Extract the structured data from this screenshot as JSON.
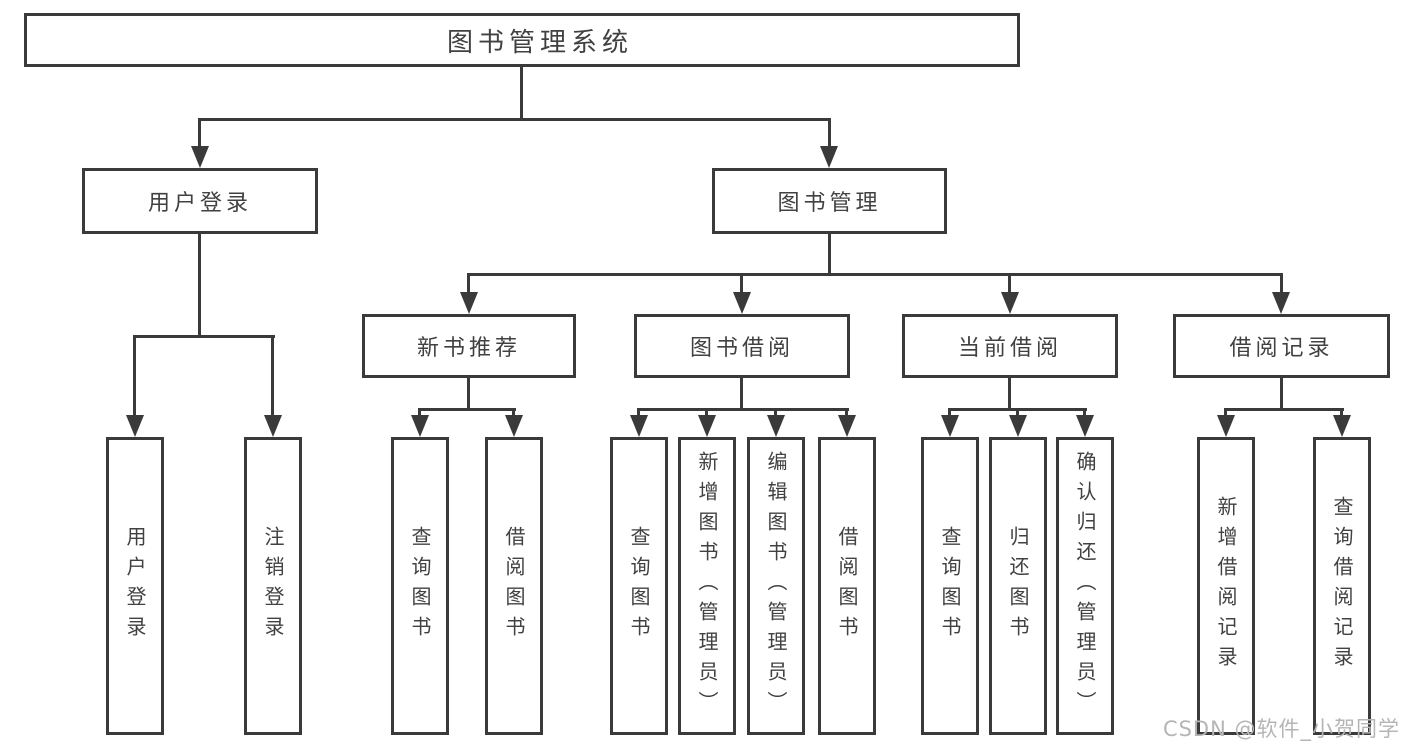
{
  "nodes": {
    "root": "图书管理系统",
    "level2": [
      "用户登录",
      "图书管理"
    ],
    "level3": [
      "新书推荐",
      "图书借阅",
      "当前借阅",
      "借阅记录"
    ],
    "leaves": [
      "用户登录",
      "注销登录",
      "查询图书",
      "借阅图书",
      "查询图书",
      "新增图书（管理员）",
      "编辑图书（管理员）",
      "借阅图书",
      "查询图书",
      "归还图书",
      "确认归还（管理员）",
      "新增借阅记录",
      "查询借阅记录"
    ]
  },
  "watermark": {
    "text": "CSDN @软件_小贺同学"
  },
  "colors": {
    "line": "#3a3a3a",
    "text": "#414141",
    "watermark": "#b5b5b5",
    "background": "#ffffff"
  }
}
